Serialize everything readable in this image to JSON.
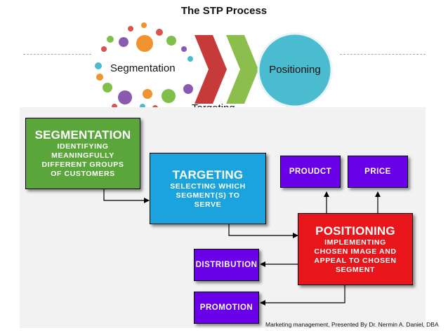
{
  "title": "The STP Process",
  "header": {
    "segmentation_label": "Segmentation",
    "targeting_label": "Targeting",
    "positioning_label": "Positioning"
  },
  "boxes": {
    "segmentation": {
      "heading": "SEGMENTATION",
      "lines": [
        "IDENTIFYING",
        "MEANINGFULLY",
        "DIFFERENT GROUPS",
        "OF CUSTOMERS"
      ]
    },
    "targeting": {
      "heading": "TARGETING",
      "lines": [
        "SELECTING WHICH",
        "SEGMENT(S) TO",
        "SERVE"
      ]
    },
    "positioning": {
      "heading": "POSITIONING",
      "lines": [
        "IMPLEMENTING",
        "CHOSEN IMAGE AND",
        "APPEAL TO CHOSEN",
        "SEGMENT"
      ]
    },
    "product": "PROUDCT",
    "price": "PRICE",
    "distribution": "DISTRIBUTION",
    "promotion": "PROMOTION"
  },
  "footer": "Marketing management, Presented By Dr. Nermin A. Daniel, DBA",
  "colors": {
    "segmentation": "#5aa63a",
    "targeting": "#1aa3dc",
    "positioning": "#e8151a",
    "mix": "#6a00e8",
    "chevron_red": "#c73a3a",
    "chevron_green": "#8cbe4e",
    "circle": "#4bbcd0"
  }
}
